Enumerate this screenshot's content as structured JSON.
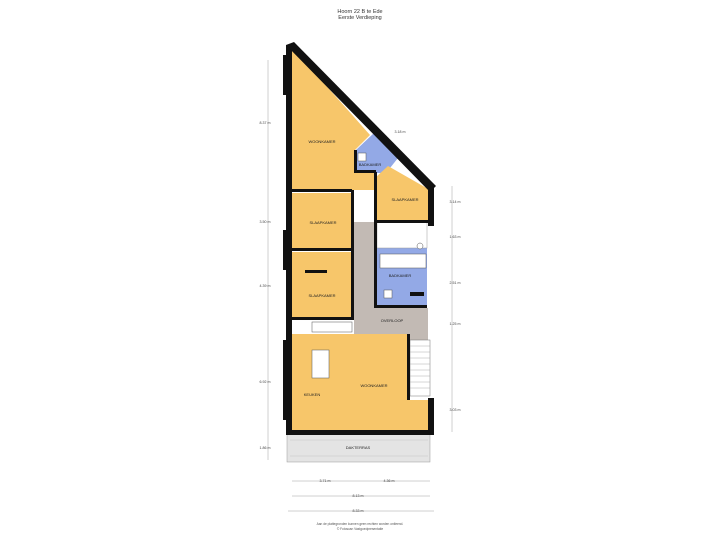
{
  "header": {
    "title": "Hoorn 22 B te Ede",
    "subtitle": "Eerste Verdieping"
  },
  "rooms": {
    "woonkamer_top": "WOONKAMER",
    "badkamer_top": "BADKAMER",
    "slaapkamer_right": "SLAAPKAMER",
    "slaapkamer_mid": "SLAAPKAMER",
    "badkamer_mid": "BADKAMER",
    "slaapkamer_lower": "SLAAPKAMER",
    "overloop": "OVERLOOP",
    "keuken": "KEUKEN",
    "woonkamer_bottom": "WOONKAMER",
    "dakterras": "DAKTERRAS"
  },
  "dimensions": {
    "left_1": "8.37 m",
    "left_2": "3.50 m",
    "left_3": "4.39 m",
    "left_4": "6.92 m",
    "left_5": "1.86 m",
    "diag": "3.18 m",
    "right_1": "3.14 m",
    "right_2": "1.63 m",
    "right_3": "2.51 m",
    "right_4": "1.25 m",
    "right_5": "3.03 m",
    "bottom_a": "3.71 m",
    "bottom_b": "4.36 m",
    "bottom_total": "8.13 m",
    "bottom_outer": "8.33 m"
  },
  "footer": {
    "line1": "Aan de plattegronden kunnen geen rechten worden ontleend.",
    "line2": "© Fotoscan Vastgoedpresentatie"
  },
  "colors": {
    "room_orange": "#f7c66a",
    "bath_blue": "#93a9e6",
    "corridor_gray": "#c2bab4",
    "wall": "#111111",
    "terrace": "#e4e4e4"
  }
}
